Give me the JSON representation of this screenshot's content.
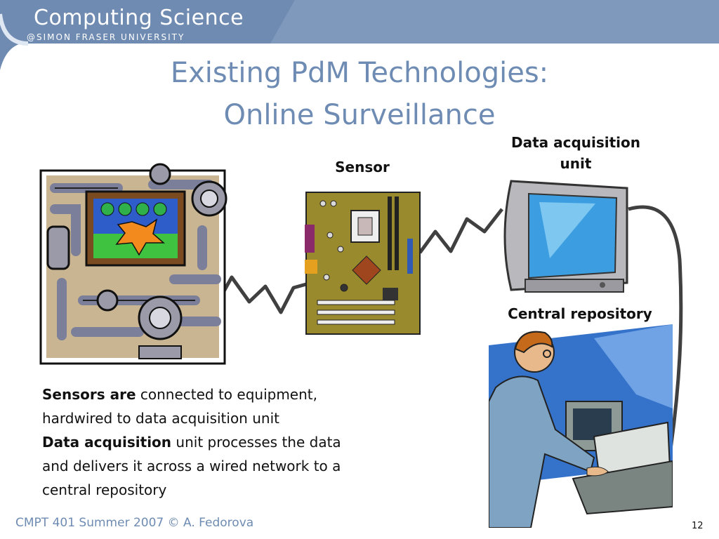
{
  "header": {
    "brand_title": "Computing Science",
    "brand_subtitle": "@SIMON FRASER UNIVERSITY"
  },
  "slide": {
    "title_line1": "Existing PdM Technologies:",
    "title_line2": "Online Surveillance"
  },
  "labels": {
    "data_acquisition_line1": "Data acquisition",
    "data_acquisition_line2": "unit",
    "sensor": "Sensor",
    "central_repository": "Central repository"
  },
  "body": {
    "p1_bold": "Sensors are",
    "p1_rest": " connected to equipment, hardwired to data acquisition unit",
    "p2_bold": "Data acquisition",
    "p2_rest": " unit processes the data and delivers it across a wired network to a central repository"
  },
  "footer": {
    "text": "CMPT 401 Summer 2007  © A. Fedorova",
    "page_number": "12"
  },
  "icons": [
    "machinery-clipart",
    "circuit-board-clipart",
    "crt-monitor-clipart",
    "person-at-computer-clipart",
    "cable-line"
  ],
  "colors": {
    "header": "#7f99bd",
    "title": "#6e8cb3"
  }
}
